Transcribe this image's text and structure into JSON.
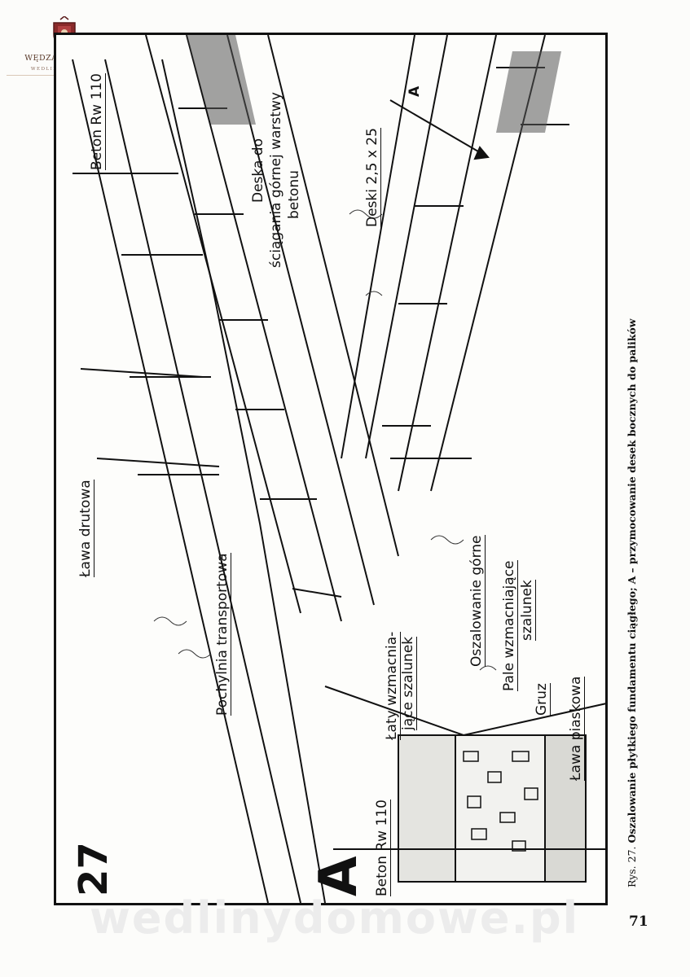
{
  "logo": {
    "brand": "WĘDZARNICZY RAJ",
    "subtitle": "WEDLINYDOMOWE.PL"
  },
  "figure": {
    "number": "27",
    "section_letter": "A",
    "labels": {
      "beton_top": "Beton Rw 110",
      "deska_do": "Deska do",
      "sciagania": "ściągania górnej warstwy",
      "betonu": "betonu",
      "deski": "Deski  2,5 x 25",
      "section_mark": "A",
      "lawa_drutowa": "Ława drutowa",
      "pochylnia": "Pochylnia transportowa",
      "laty": "Łaty wzmacnia-",
      "laty2": "jące szalunek",
      "oszalowanie": "Oszalowanie górne",
      "pale": "Pale wzmacniające",
      "pale2": "szalunek",
      "gruz": "Gruz",
      "lawa_piaskowa": "Ława piaskowa",
      "beton_bottom": "Beton  Rw 110"
    }
  },
  "caption": {
    "prefix": "Rys. 27.",
    "text": "Oszalowanie płytkiego fundamentu ciągłego;",
    "bold_letter": "A",
    "rest": "– przymocowanie desek bocznych do palików"
  },
  "watermark": "wedlinydomowe.pl",
  "page_number": "71"
}
